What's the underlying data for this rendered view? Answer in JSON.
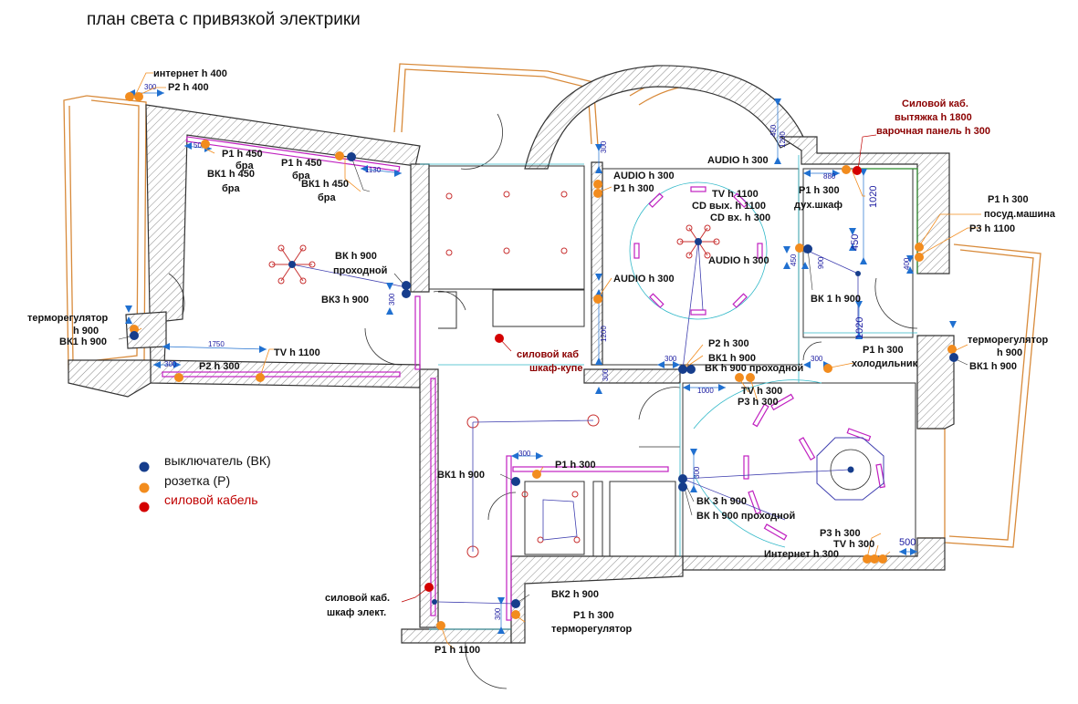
{
  "title": "план света с привязкой электрики",
  "legend": [
    {
      "label": "выключатель (ВК)",
      "color": "#163d8c"
    },
    {
      "label": "розетка (Р)",
      "color": "#f28c1e"
    },
    {
      "label": "силовой кабель",
      "color": "#d40000"
    }
  ],
  "labels": {
    "internet400": "интернет h 400",
    "p2_400": "P2 h 400",
    "p1_450a": "P1 h 450",
    "bra1": "бра",
    "vk1_450a": "ВК1 h 450",
    "bra2": "бра",
    "p1_450b": "P1 h 450",
    "bra3": "бра",
    "vk1_450b": "ВК1 h 450",
    "bra4": "бра",
    "vk900": "ВК  h 900",
    "prohodnoy1": "проходной",
    "vk3_900": "ВК3 h 900",
    "thermo_left": "терморегулятор",
    "h900_left": "h 900",
    "vk1_900_left": "ВК1 h 900",
    "tv1100_left": "TV h 1100",
    "p2_300_left": "P2 h 300",
    "audio300a": "AUDIO h 300",
    "p1_300a": "P1 h 300",
    "audio300b": "AUDIO h 300",
    "audio300c": "AUDIO h 300",
    "tv1100_mid": "TV h 1100",
    "cd_out": "CD вых. h 1100",
    "cd_in": "CD вх. h 300",
    "audio300d": "AUDIO h 300",
    "p1_300_kitchen": "P1 h 300",
    "dukh": "дух.шкаф",
    "power_hood1": "Силовой каб.",
    "power_hood2": "вытяжка h 1800",
    "power_hood3": "варочная панель h 300",
    "p1_300_dw": "P1 h 300",
    "dishwasher": "посуд.машина",
    "p3_1100": "P3 h 1100",
    "vk1_900_k": "ВК 1 h 900",
    "thermo_right": "терморегулятор",
    "h900_right": "h 900",
    "vk1_900_right": "ВК1 h 900",
    "p1_300_fridge": "P1  h 300",
    "fridge": "холодильник",
    "power_closet1": "силовой каб",
    "power_closet2": "шкаф-купе",
    "p2_300_c": "P2 h 300",
    "vk1_900_c": "ВК1 h 900",
    "vk_900_pass": "ВК h 900 проходной",
    "tv300": "TV h 300",
    "p3_300a": "P3 h 300",
    "p1_300_hall": "P1 h 300",
    "vk1_900_hall": "ВК1 h 900",
    "vk3_900_b": "ВК 3 h 900",
    "vk_900_pass2": "ВК h 900 проходной",
    "p3_300b": "P3 h 300",
    "tv300b": "TV h 300",
    "internet300": "Интернет h 300",
    "power_el1": "силовой каб.",
    "power_el2": "шкаф элект.",
    "vk2_900": "ВК2 h 900",
    "p1_300_bath": "P1 h 300",
    "thermo_bath": "терморегулятор",
    "p1_1100": "P1 h 1100"
  },
  "dims": {
    "d300a": "300",
    "d500a": "500",
    "d1130": "1130",
    "d1750": "1750",
    "d300b": "300",
    "d300c": "300",
    "d300d": "300",
    "d1200a": "1200",
    "d450a": "450",
    "d1200b": "1200",
    "d880": "880",
    "d1020a": "1020",
    "d450b": "450",
    "d450c": "450",
    "d900": "900",
    "d400": "400",
    "d1020b": "1020",
    "d300e": "300",
    "d300f": "300",
    "d1000": "1000",
    "d300g": "300",
    "d300h": "300",
    "d500b": "500",
    "d300i": "300",
    "d300j": "300"
  }
}
